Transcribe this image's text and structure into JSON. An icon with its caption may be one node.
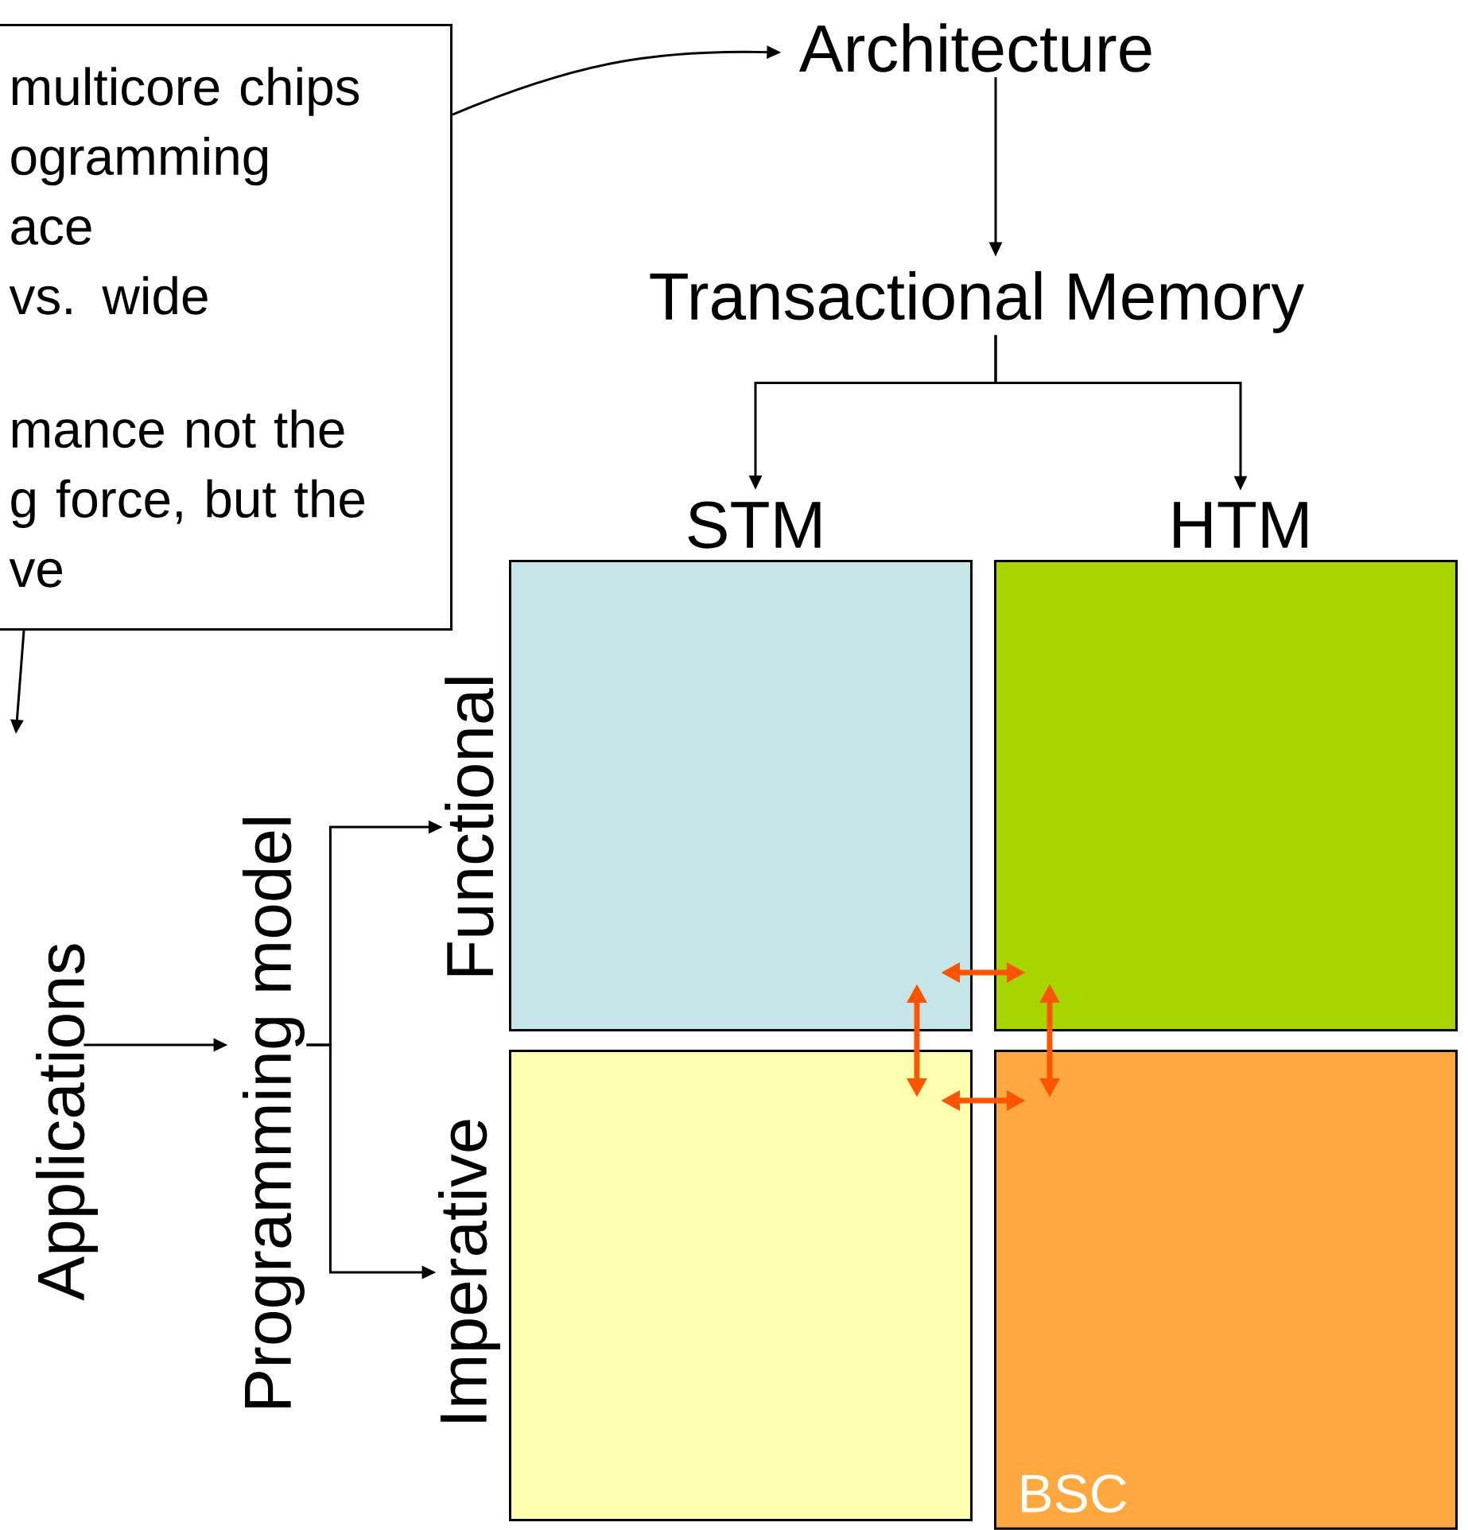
{
  "diagram": {
    "nodes": [
      {
        "text": [
          "multicore chips",
          "ogramming",
          "ace",
          "vs. wide",
          "mance not the",
          "g force, but the",
          "ve"
        ]
      },
      {
        "text": [
          "Architecture"
        ]
      },
      {
        "text": [
          "Transactional Memory"
        ]
      },
      {
        "text": [
          "STM"
        ]
      },
      {
        "text": [
          "HTM"
        ]
      },
      {
        "text": [
          "Functional"
        ]
      },
      {
        "text": [
          "Imperative"
        ]
      },
      {
        "text": [
          "Applications"
        ]
      },
      {
        "text": [
          "Programming model"
        ]
      },
      {
        "text": [],
        "shape": "box"
      },
      {
        "text": [],
        "shape": "box"
      },
      {
        "text": [],
        "shape": "box"
      },
      {
        "text": [
          "BSC"
        ]
      }
    ],
    "edges": [
      {
        "from": 0,
        "to": 1,
        "arrow": "to"
      },
      {
        "from": 0,
        "to": null,
        "arrow": "to"
      },
      {
        "from": 1,
        "to": 2,
        "arrow": "to"
      },
      {
        "from": 2,
        "to": 3,
        "arrow": "to"
      },
      {
        "from": 2,
        "to": 4,
        "arrow": "to"
      },
      {
        "from": 7,
        "to": 8,
        "arrow": "to"
      },
      {
        "from": 8,
        "to": 5,
        "arrow": "to"
      },
      {
        "from": 8,
        "to": 6,
        "arrow": "to"
      },
      {
        "from": 9,
        "to": 10,
        "arrow": "both",
        "style": "thick",
        "color": "#ff5500"
      },
      {
        "from": 11,
        "to": 12,
        "arrow": "both",
        "style": "thick",
        "color": "#ff5500"
      },
      {
        "from": 9,
        "to": 11,
        "arrow": "both",
        "style": "thick",
        "color": "#ff5500"
      },
      {
        "from": 10,
        "to": 12,
        "arrow": "both",
        "style": "thick",
        "color": "#ff5500"
      }
    ]
  }
}
